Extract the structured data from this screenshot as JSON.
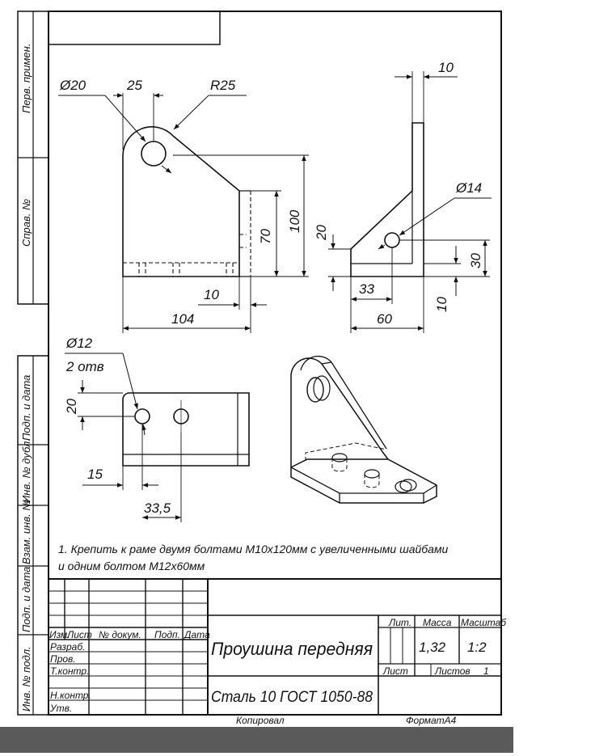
{
  "side_strip": {
    "perv_primen": "Перв. примен.",
    "sprav_no": "Справ. №",
    "podp_data_1": "Подп. и дата",
    "inv_dubl": "Инв. № дубл.",
    "vzam_inv": "Взам. инв. №",
    "podp_data_2": "Подп. и дата",
    "inv_podl": "Инв. № подл."
  },
  "dims": {
    "d20": "Ø20",
    "d25": "25",
    "r25": "R25",
    "d10_top": "10",
    "d14": "Ø14",
    "d100": "100",
    "d70": "70",
    "d20_side": "20",
    "d30": "30",
    "d10_side": "10",
    "d33": "33",
    "d60": "60",
    "d10_front": "10",
    "d104": "104",
    "d12": "Ø12",
    "otv": "2 отв",
    "d20_plan": "20",
    "d15": "15",
    "d33_5": "33,5"
  },
  "note": {
    "line1": "1. Крепить к раме двумя болтами М10х120мм с увеличенными шайбами",
    "line2": "и одним болтом М12х60мм"
  },
  "title_block": {
    "hdr_izm": "Изм.",
    "hdr_list": "Лист",
    "hdr_doc": "№ докум.",
    "hdr_podp": "Подп.",
    "hdr_data": "Дата",
    "razrab": "Разраб.",
    "prov": "Пров.",
    "tkontr": "Т.контр.",
    "nkontr": "Н.контр.",
    "utv": "Утв.",
    "name": "Проушина передняя",
    "material": "Сталь 10  ГОСТ 1050-88",
    "lit": "Лит.",
    "massa": "Масса",
    "masshtab": "Масштаб",
    "massa_val": "1,32",
    "masshtab_val": "1:2",
    "list_label": "Лист",
    "listov_label": "Листов",
    "listov_val": "1"
  },
  "footer": {
    "kopiroval": "Копировал",
    "format_label": "Формат",
    "format_val": "А4"
  }
}
